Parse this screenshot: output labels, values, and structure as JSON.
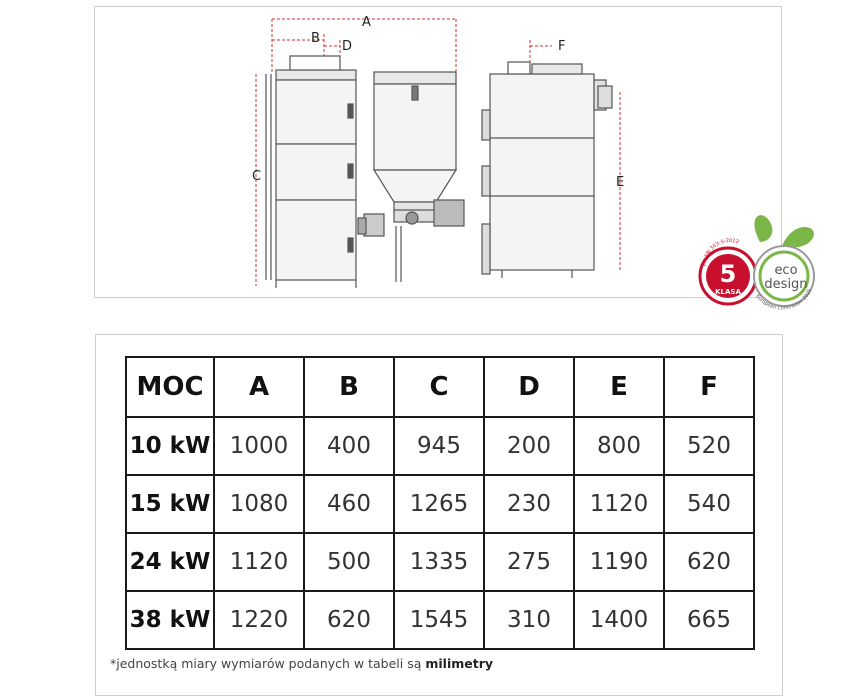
{
  "drawing": {
    "dimension_letters": {
      "A": "A",
      "B": "B",
      "C": "C",
      "D": "D",
      "E": "E",
      "F": "F"
    }
  },
  "badges": {
    "klasa": {
      "number": "5",
      "word": "KLASA",
      "arc_text": "PN-EN 303-5:2012"
    },
    "eco": {
      "line1": "eco",
      "line2": "design",
      "arc_text": "European Commision 2020"
    }
  },
  "table": {
    "headers": [
      "MOC",
      "A",
      "B",
      "C",
      "D",
      "E",
      "F"
    ],
    "rows": [
      {
        "moc": "10 kW",
        "values": [
          "1000",
          "400",
          "945",
          "200",
          "800",
          "520"
        ]
      },
      {
        "moc": "15 kW",
        "values": [
          "1080",
          "460",
          "1265",
          "230",
          "1120",
          "540"
        ]
      },
      {
        "moc": "24 kW",
        "values": [
          "1120",
          "500",
          "1335",
          "275",
          "1190",
          "620"
        ]
      },
      {
        "moc": "38 kW",
        "values": [
          "1220",
          "620",
          "1545",
          "310",
          "1400",
          "665"
        ]
      }
    ]
  },
  "footnote": {
    "text": "*jednostką miary wymiarów podanych w tabeli są ",
    "bold": "milimetry"
  },
  "colors": {
    "accent_red": "#c8102e",
    "accent_green": "#7ab648",
    "dim_red": "#d03030"
  }
}
